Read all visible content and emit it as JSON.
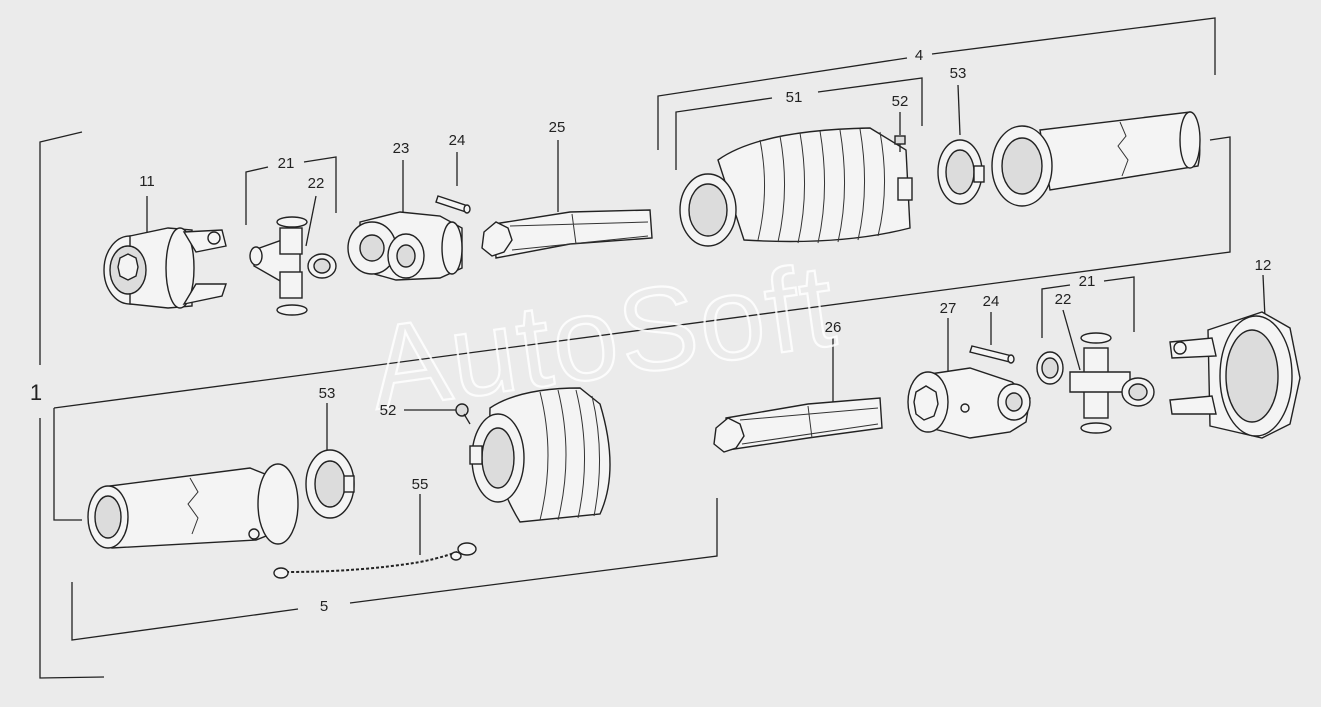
{
  "diagram": {
    "callouts": {
      "c1": "1",
      "c4": "4",
      "c5": "5",
      "c11": "11",
      "c12": "12",
      "c21a": "21",
      "c21b": "21",
      "c22a": "22",
      "c22b": "22",
      "c23": "23",
      "c24a": "24",
      "c24b": "24",
      "c25": "25",
      "c26": "26",
      "c27": "27",
      "c51": "51",
      "c52a": "52",
      "c52b": "52",
      "c53a": "53",
      "c53b": "53",
      "c55": "55"
    },
    "watermark": "AutoSoft",
    "colors": {
      "background": "#ebebeb",
      "line": "#222222",
      "part_fill": "#f4f4f4",
      "watermark": "#ffffff"
    }
  }
}
